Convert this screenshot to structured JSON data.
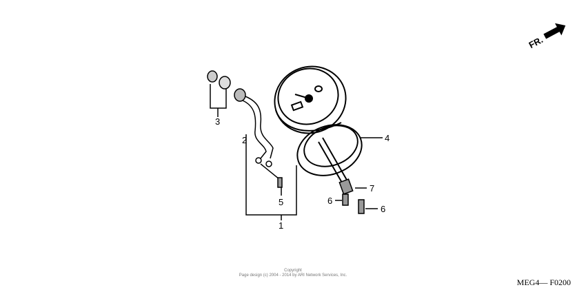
{
  "diagram": {
    "callouts": [
      "1",
      "2",
      "3",
      "4",
      "5",
      "6",
      "6",
      "7"
    ],
    "direction_marker": "FR.",
    "copyright_line1": "Copyright",
    "copyright_line2": "Page design (c) 2004 - 2014 by ARI Network Services, Inc.",
    "diagram_code": "MEG4— F0200"
  }
}
